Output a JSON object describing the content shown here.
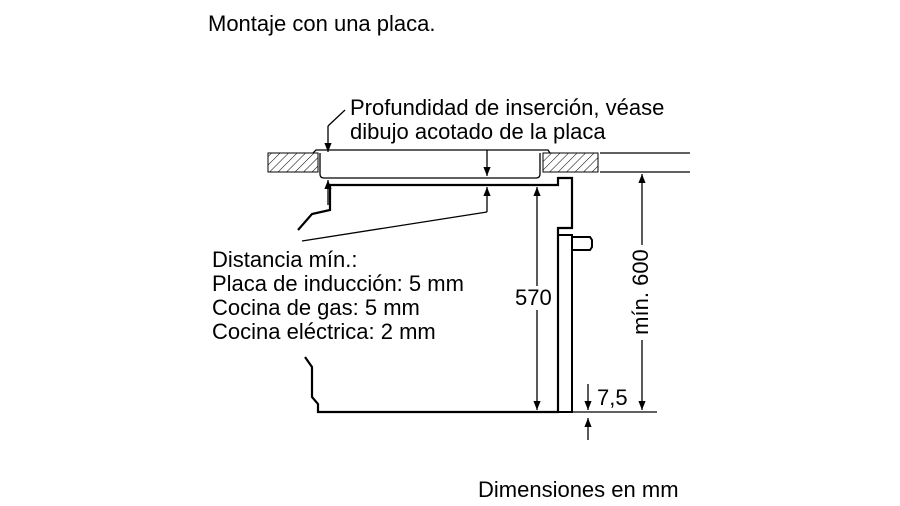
{
  "title": "Montaje con una placa.",
  "insertion_note": [
    "Profundidad de inserción, véase",
    "dibujo acotado de la placa"
  ],
  "distance": [
    "Distancia mín.:",
    "Placa de inducción: 5 mm",
    "Cocina de gas: 5 mm",
    "Cocina eléctrica: 2 mm"
  ],
  "dim_570": "570",
  "dim_600": "mín. 600",
  "dim_75": "7,5",
  "footer": "Dimensiones en mm"
}
